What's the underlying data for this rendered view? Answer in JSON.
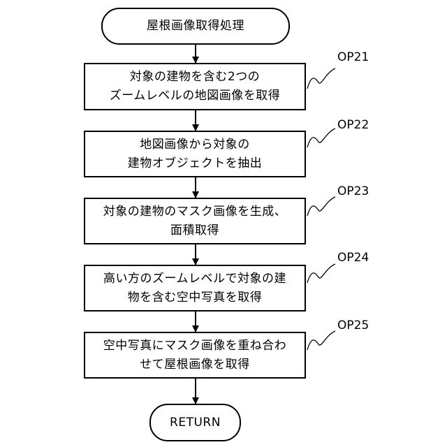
{
  "start": {
    "label": "屋根画像取得処理"
  },
  "steps": [
    {
      "id": "OP21",
      "lines": [
        "対象の建物を含む2つの",
        "ズームレベルの地図画像を取得"
      ]
    },
    {
      "id": "OP22",
      "lines": [
        "地図画像から対象の",
        "建物オブジェクトを抽出"
      ]
    },
    {
      "id": "OP23",
      "lines": [
        "対象の建物のマスク画像を生成、",
        "面積取得"
      ]
    },
    {
      "id": "OP24",
      "lines": [
        "高い方のズームレベルで対象の建",
        "物を含む空中写真を取得"
      ]
    },
    {
      "id": "OP25",
      "lines": [
        "空中写真にマスク画像を重ね合わ",
        "せて屋根画像を取得"
      ]
    }
  ],
  "end": {
    "label": "RETURN"
  }
}
